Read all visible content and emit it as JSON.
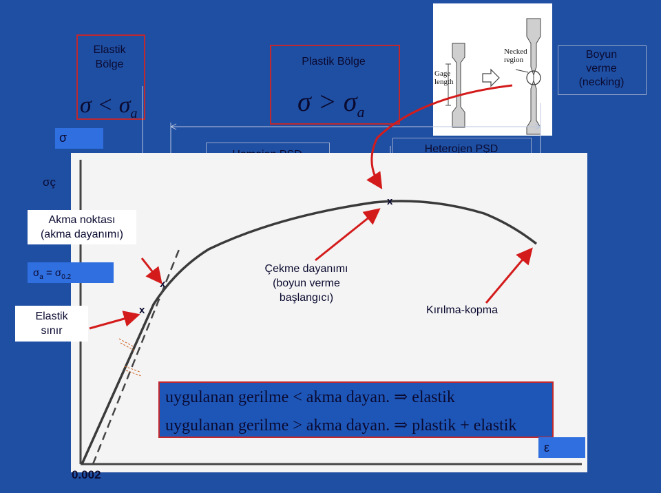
{
  "regions": {
    "elastic_title": "Elastik\nBölge",
    "elastic_formula": "σ < σ",
    "elastic_sub": "a",
    "plastic_title": "Plastik Bölge",
    "plastic_formula": "σ > σ",
    "plastic_sub": "a",
    "necking_title": "Boyun\nverme\n(necking)"
  },
  "bands": {
    "homogeneous": "Homojen PŞD",
    "heterogeneous": "Heterojen PŞD"
  },
  "inset": {
    "gage_label": "Gage\nlength",
    "necked_label": "Necked\nregion"
  },
  "axes": {
    "y_label": "σ",
    "sigma_c": "σç",
    "x_label": "ε",
    "x_offset": "0.002"
  },
  "annotations": {
    "yield_point": "Akma noktası\n(akma dayanımı)",
    "sigma_a_main": "σ",
    "sigma_a_sub": "a",
    "sigma_a_eq": " = σ",
    "sigma_02_sub": "0.2",
    "elastic_limit": "Elastik\nsınır",
    "tensile_strength": "Çekme dayanımı\n(boyun verme\nbaşlangıcı)",
    "fracture": "Kırılma-kopma",
    "mark_x": "x"
  },
  "equations": {
    "line1": "uygulanan gerilme < akma dayan. ⇒ elastik",
    "line2": "uygulanan gerilme > akma dayan. ⇒ plastik + elastik"
  },
  "colors": {
    "background": "#1f4fa3",
    "accent_red": "#c0282d",
    "label_blue": "#2f6fe0"
  }
}
